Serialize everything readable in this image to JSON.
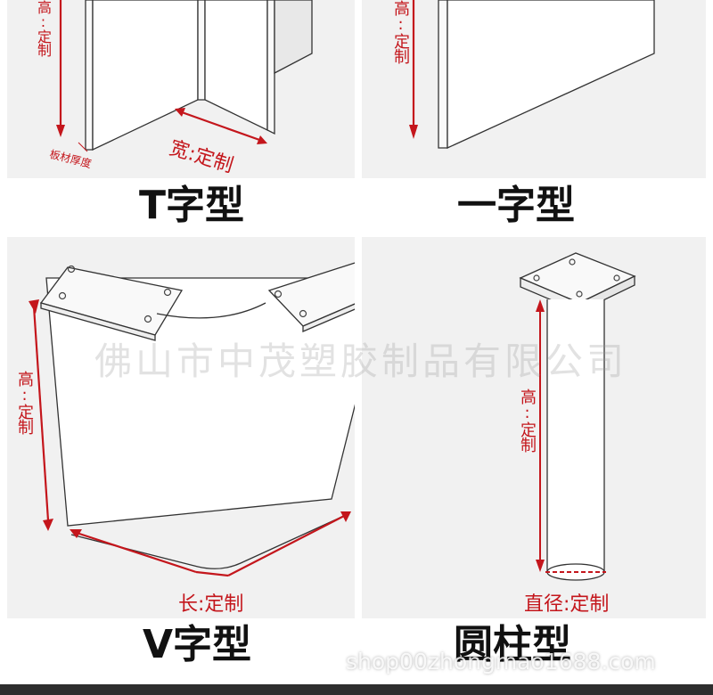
{
  "panels": {
    "t_type": {
      "caption": "T字型",
      "height_label": "高:定制",
      "width_label": "宽:定制",
      "thickness_label": "板材厚度"
    },
    "one_type": {
      "caption": "一字型",
      "height_label": "高:定制"
    },
    "v_type": {
      "caption": "V字型",
      "height_label": "高:定制",
      "length_label": "长:定制"
    },
    "cylinder_type": {
      "caption": "圆柱型",
      "height_label": "高:定制",
      "diameter_label": "直径:定制"
    }
  },
  "watermarks": {
    "company": "佛山市中茂塑胶制品有限公司",
    "shop": "shop00zhongmao1688.com"
  },
  "colors": {
    "dimension": "#c4161c",
    "panel_background": "#f1f1f1",
    "caption": "#111111"
  }
}
